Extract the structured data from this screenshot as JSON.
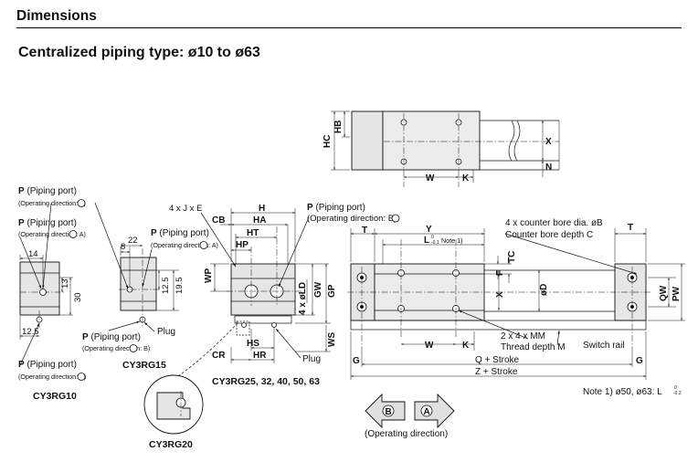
{
  "header": {
    "section_title": "Dimensions",
    "subtitle": "Centralized piping type: ø10 to ø63"
  },
  "models": {
    "cy3rg10": "CY3RG10",
    "cy3rg15": "CY3RG15",
    "cy3rg20": "CY3RG20",
    "cy3rg25": "CY3RG25, 32, 40, 50, 63"
  },
  "ports": {
    "piping_p": "P",
    "piping_port": " (Piping port)",
    "op_a": "(Operating direction: ",
    "a": "A",
    "b": "B",
    "close": ")",
    "plug": "Plug"
  },
  "dims_cy3rg10": {
    "w14": "14",
    "h13": "13",
    "h30": "30",
    "w12_5": "12.5"
  },
  "dims_cy3rg15": {
    "w8": "8",
    "w22": "22",
    "h12_5": "12.5",
    "h19_5": "19.5"
  },
  "dims_cy3rg25": {
    "jxe": "4 x J x E",
    "h": "H",
    "cb": "CB",
    "ha": "HA",
    "ht": "HT",
    "hp": "HP",
    "wp": "WP",
    "ld": "4 x øLD",
    "gw": "GW",
    "gp": "GP",
    "ws": "WS",
    "hs": "HS",
    "cr": "CR",
    "hr": "HR"
  },
  "dims_top": {
    "hc": "HC",
    "hb": "HB",
    "x": "X",
    "n": "N",
    "w": "W",
    "k": "K"
  },
  "dims_main": {
    "t": "T",
    "y": "Y",
    "l": "L",
    "l_tol": "0",
    "l_tol2": "-0.1",
    "note1": "Note 1)",
    "tc": "TC",
    "f": "F",
    "x": "X",
    "od": "øD",
    "qw": "QW",
    "pw": "PW",
    "w": "W",
    "k": "K",
    "g": "G",
    "cbore1": "4 x counter bore dia. øB",
    "cbore2": "Counter bore depth C",
    "mm1": "2 x 4 x MM",
    "mm2": "Thread depth M",
    "switch_rail": "Switch rail",
    "q": "Q + Stroke",
    "z": "Z + Stroke"
  },
  "note": {
    "text": "Note 1) ø50, ø63: L",
    "tol": "0",
    "tol2": "-0.2"
  },
  "operating": {
    "label": "(Operating direction)",
    "b": "B",
    "a": "A"
  }
}
